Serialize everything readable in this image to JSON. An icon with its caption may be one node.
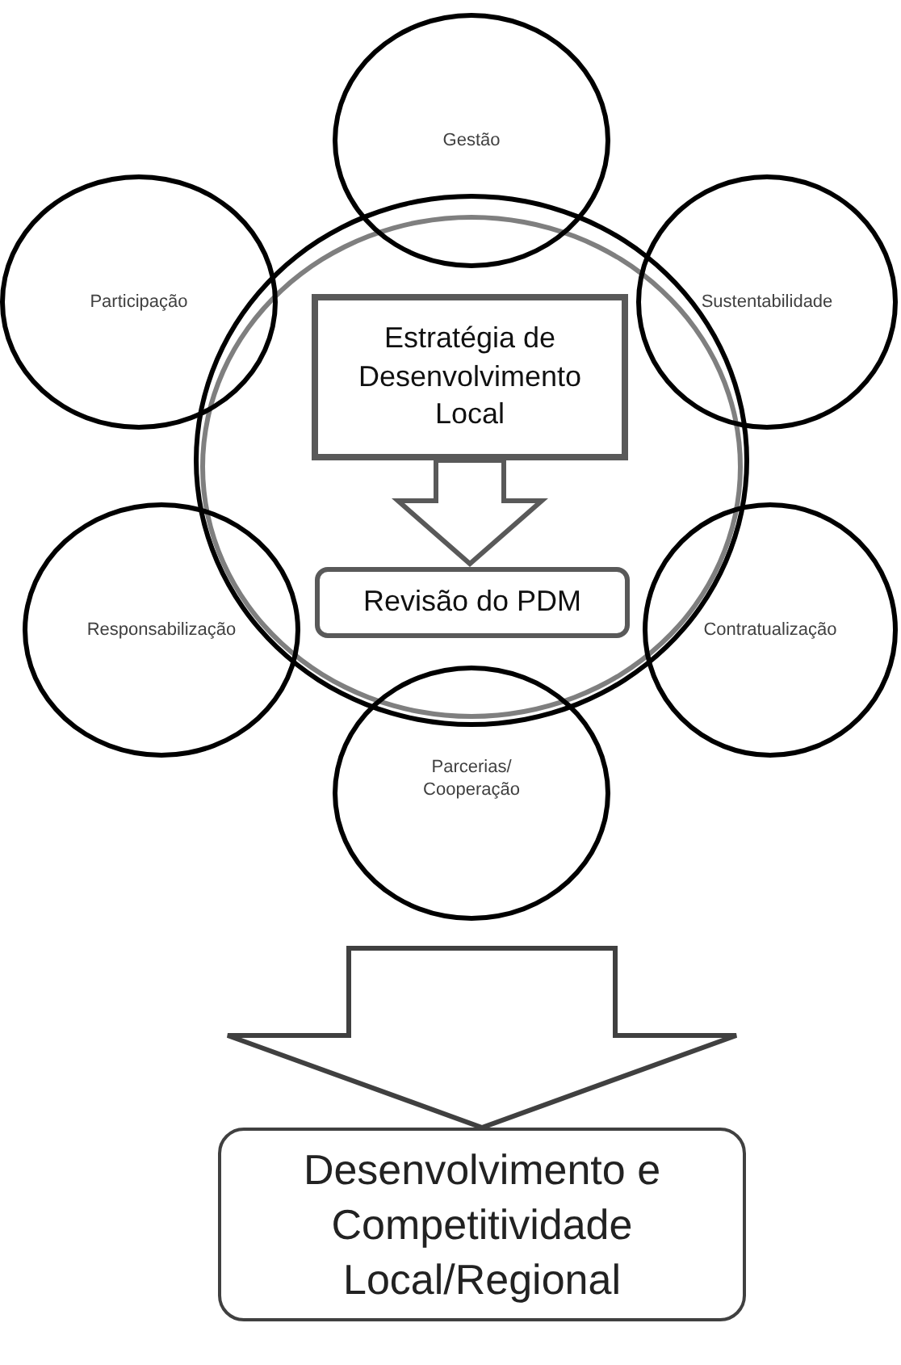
{
  "diagram": {
    "nodes": [
      {
        "text": [],
        "shape": "circle"
      },
      {
        "text": [],
        "shape": "circle"
      },
      {
        "text": [
          "Gestão"
        ]
      },
      {
        "text": [
          "Participação"
        ]
      },
      {
        "text": [
          "Sustentabilidade"
        ]
      },
      {
        "text": [
          "Estratégia de Desenvolvimento Local"
        ],
        "in": 1
      },
      {
        "text": [
          "Revisão do PDM"
        ],
        "in": 1
      },
      {
        "text": [
          "Responsabilização"
        ]
      },
      {
        "text": [
          "Contratualização"
        ]
      },
      {
        "text": [
          "Parcerias/ Cooperação"
        ]
      },
      {
        "text": [
          "Desenvolvimento e Competitividade Local/Regional"
        ]
      }
    ],
    "edges": [
      {
        "from": 5,
        "to": 6,
        "arrow": "to"
      },
      {
        "from": null,
        "to": 10,
        "arrow": "to"
      }
    ]
  }
}
